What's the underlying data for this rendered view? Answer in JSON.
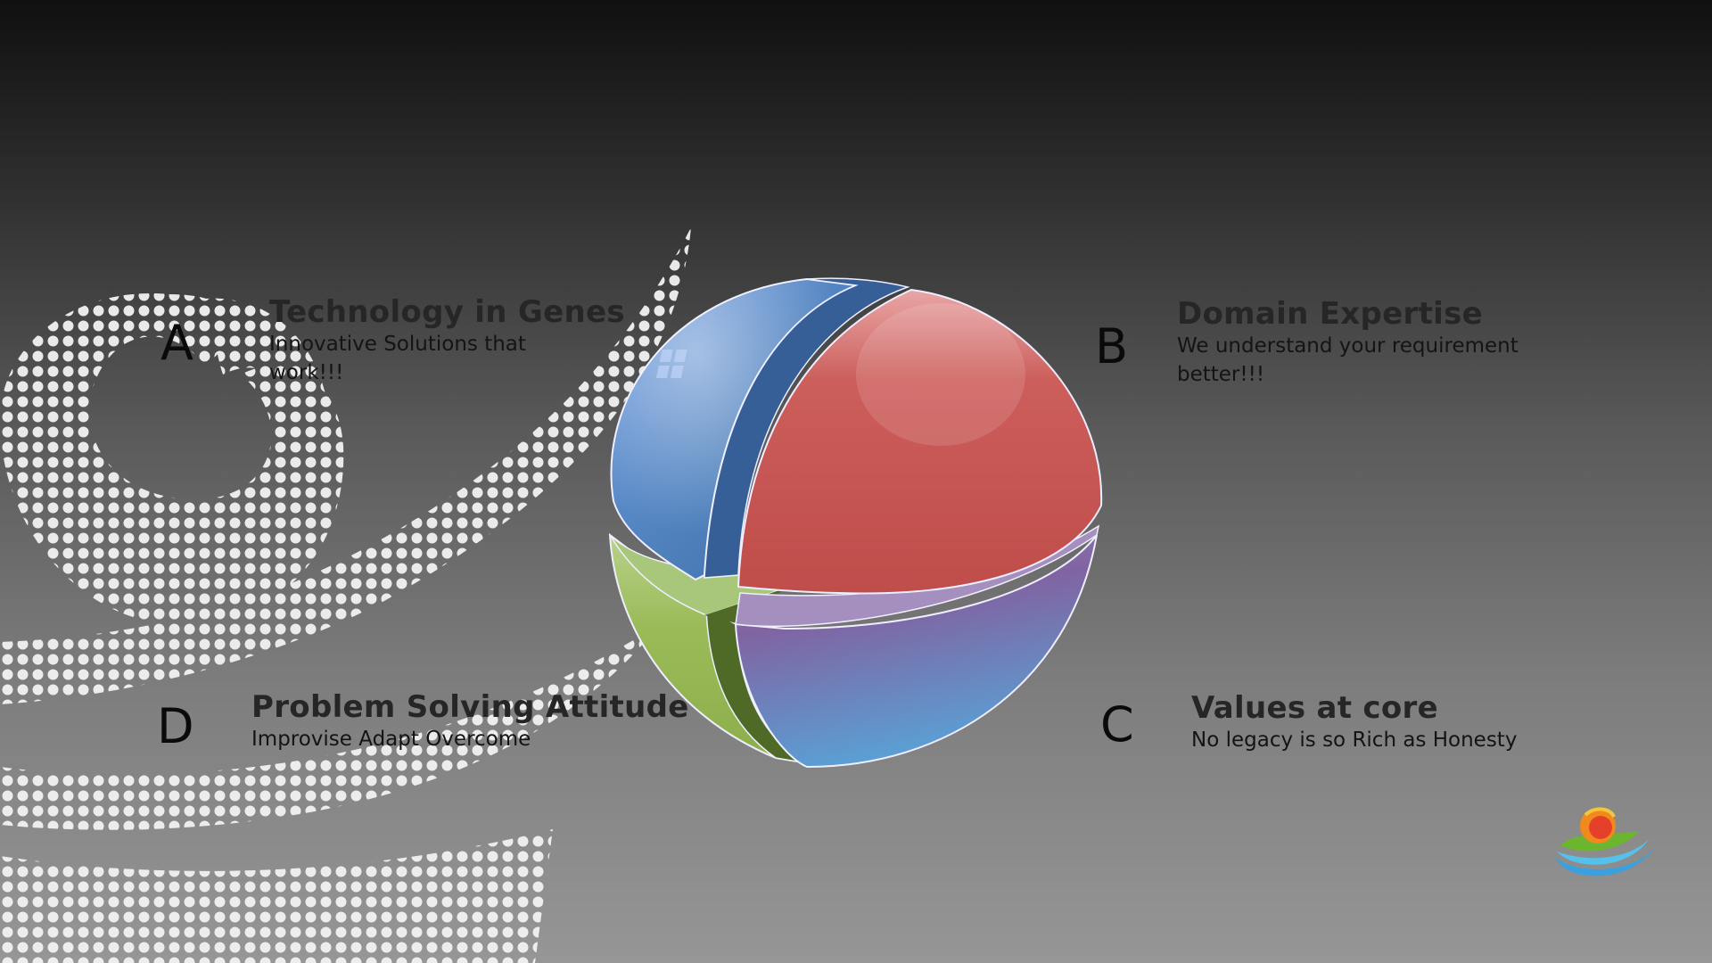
{
  "slide": {
    "items": [
      {
        "letter": "A",
        "title": "Technology in Genes",
        "description": "Innovative Solutions that work!!!",
        "color": "#4f81bd"
      },
      {
        "letter": "B",
        "title": "Domain Expertise",
        "description": "We understand your requirement better!!!",
        "color": "#c0504d"
      },
      {
        "letter": "C",
        "title": "Values at core",
        "description": "No legacy is so Rich as Honesty",
        "color": "#8064a2"
      },
      {
        "letter": "D",
        "title": "Problem Solving Attitude",
        "description": "Improvise Adapt Overcome",
        "color": "#9bbb59"
      }
    ]
  },
  "logo": {
    "icon": "company-logo-swirl"
  },
  "decoration": {
    "pattern": "white-dot-halftone-swirl"
  }
}
